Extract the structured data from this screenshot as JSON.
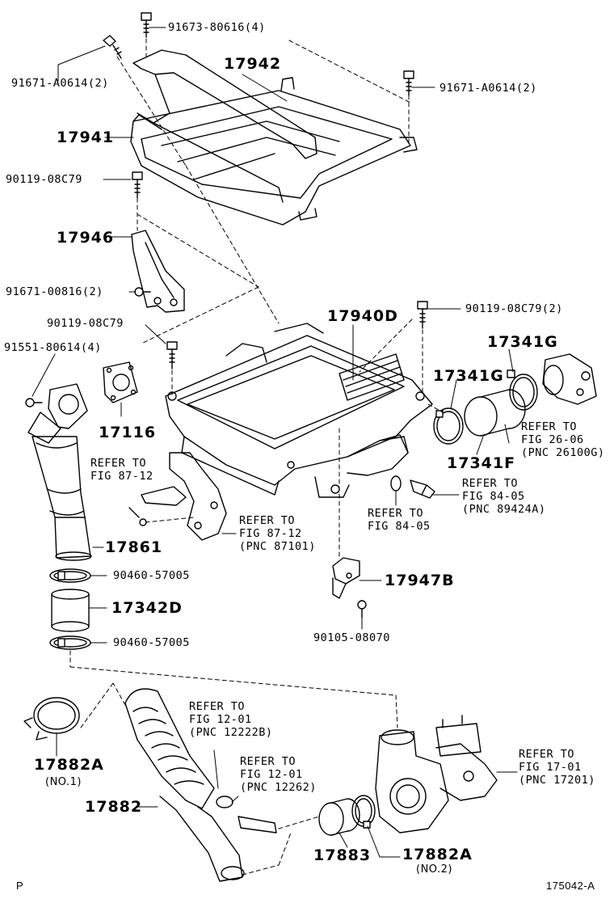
{
  "parts": {
    "p91673": "91673-80616(4)",
    "p91671a_top": "91671-A0614(2)",
    "p91671a_right": "91671-A0614(2)",
    "p17942": "17942",
    "p17941": "17941",
    "p90119_a": "90119-08C79",
    "p17946": "17946",
    "p91671_00816": "91671-00816(2)",
    "p90119_b": "90119-08C79",
    "p90119_c": "90119-08C79(2)",
    "p91551": "91551-80614(4)",
    "p17940d": "17940D",
    "p17116": "17116",
    "p17341g_upper": "17341G",
    "p17341g_lower": "17341G",
    "p17341f": "17341F",
    "p17861": "17861",
    "p90460_a": "90460-57005",
    "p17342d": "17342D",
    "p90460_b": "90460-57005",
    "p17947b": "17947B",
    "p90105": "90105-08070",
    "p17882a_1": "17882A",
    "p17882a_1_note": "(NO.1)",
    "p17882": "17882",
    "p17883": "17883",
    "p17882a_2": "17882A",
    "p17882a_2_note": "(NO.2)"
  },
  "refs": {
    "r_fig8712_left": [
      "REFER TO",
      "FIG 87-12"
    ],
    "r_fig8712_right": [
      "REFER TO",
      "FIG 87-12",
      "(PNC 87101)"
    ],
    "r_fig2606": [
      "REFER TO",
      "FIG 26-06",
      "(PNC 26100G)"
    ],
    "r_fig8405_left": [
      "REFER TO",
      "FIG 84-05"
    ],
    "r_fig8405_right": [
      "REFER TO",
      "FIG 84-05",
      "(PNC 89424A)"
    ],
    "r_fig1201_a": [
      "REFER TO",
      "FIG 12-01",
      "(PNC 12222B)"
    ],
    "r_fig1201_b": [
      "REFER TO",
      "FIG 12-01",
      "(PNC 12262)"
    ],
    "r_fig1701": [
      "REFER TO",
      "FIG 17-01",
      "(PNC 17201)"
    ]
  },
  "footer": {
    "left_mark": "P",
    "illustration_id": "175042-A"
  }
}
